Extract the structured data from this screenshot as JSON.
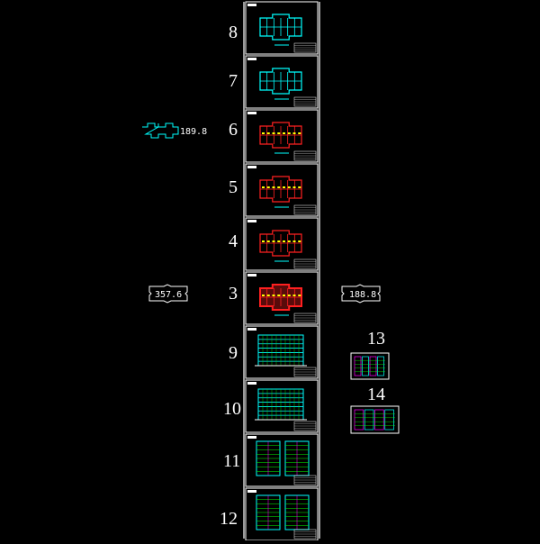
{
  "sheets": [
    {
      "label": "8",
      "kind": "plan-cyan"
    },
    {
      "label": "7",
      "kind": "plan-cyan"
    },
    {
      "label": "6",
      "kind": "plan-red"
    },
    {
      "label": "5",
      "kind": "plan-red"
    },
    {
      "label": "4",
      "kind": "plan-red"
    },
    {
      "label": "3",
      "kind": "plan-red-bold"
    },
    {
      "label": "9",
      "kind": "elevation"
    },
    {
      "label": "10",
      "kind": "elevation"
    },
    {
      "label": "11",
      "kind": "section"
    },
    {
      "label": "12",
      "kind": "section"
    }
  ],
  "detail_sheets": [
    {
      "label": "13"
    },
    {
      "label": "14"
    }
  ],
  "callouts": {
    "top": "189.8",
    "left": "357.6",
    "right": "188.8"
  },
  "colors": {
    "frame": "#ffffff",
    "cyan": "#00ffff",
    "red": "#ff2020",
    "yellow": "#ffff00",
    "green": "#00ff00",
    "magenta": "#ff00ff"
  }
}
